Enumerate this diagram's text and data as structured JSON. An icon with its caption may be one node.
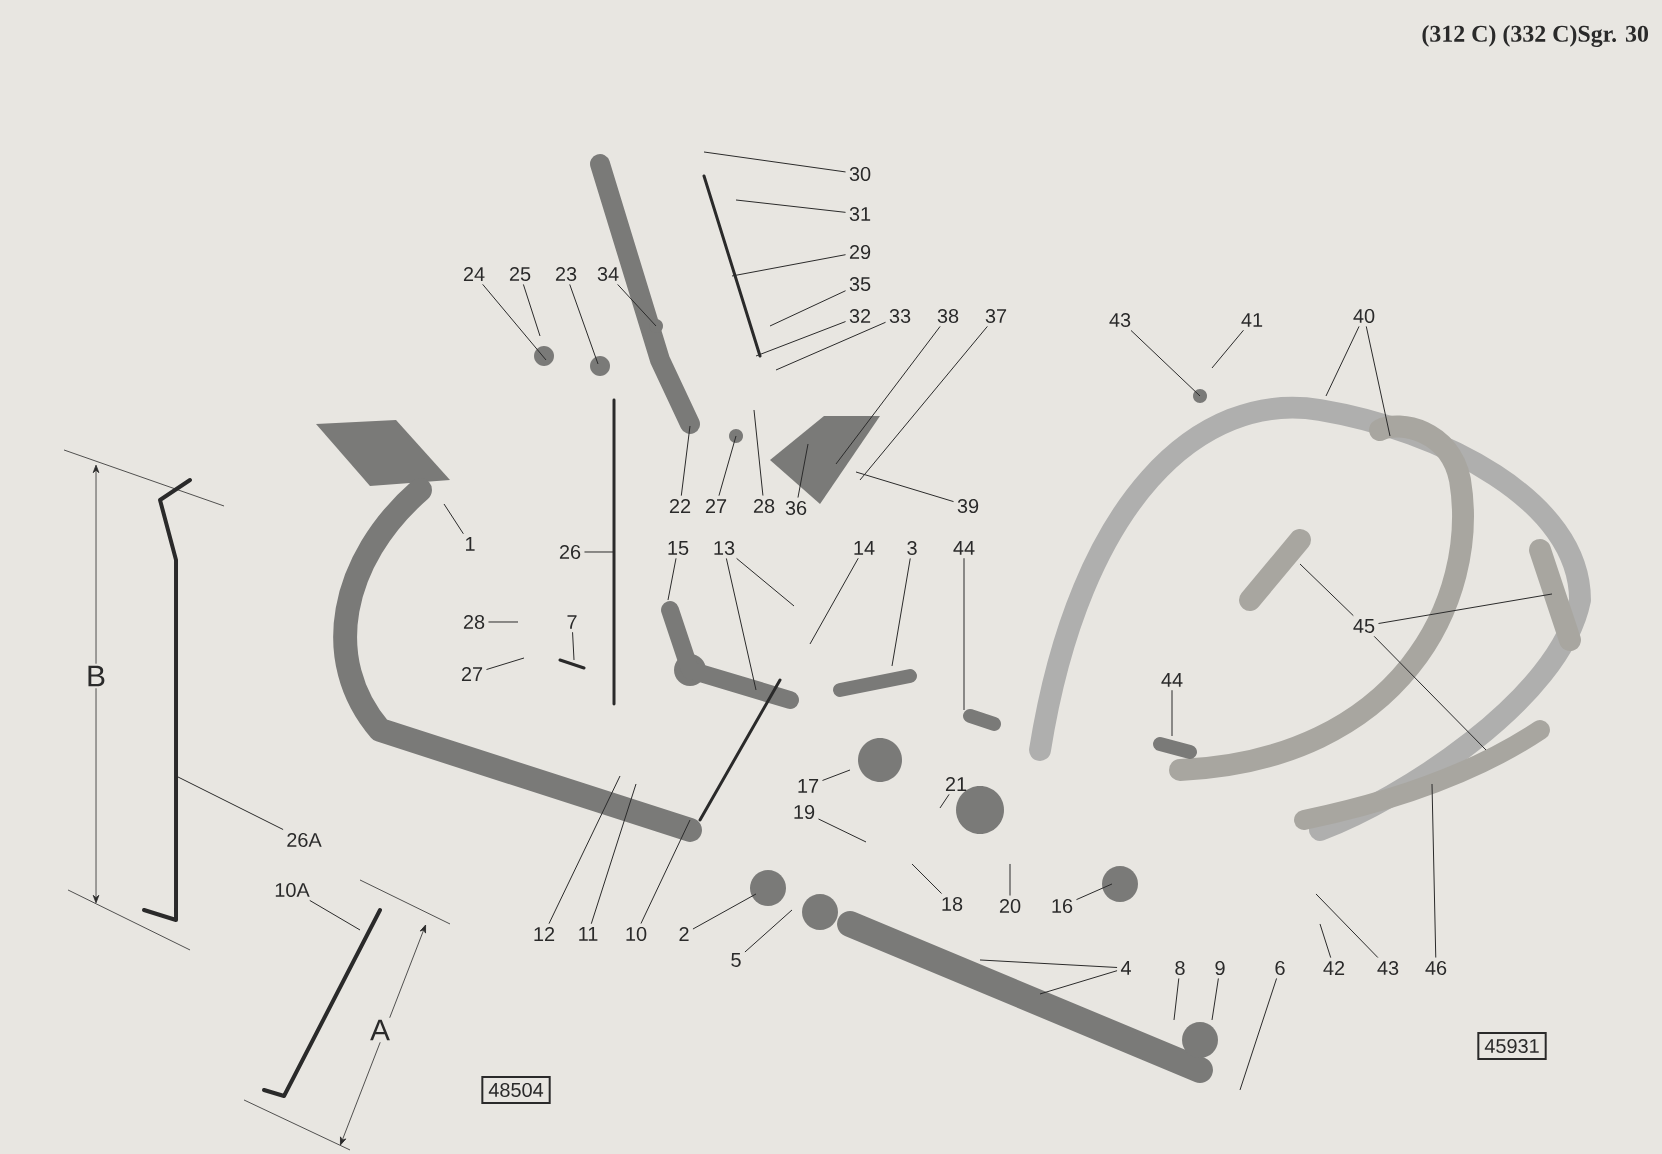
{
  "diagram": {
    "title": "(312 C) (332 C)Sgr. 30",
    "nodes": [
      {
        "text": [
          "30"
        ]
      },
      {
        "text": [
          "31"
        ]
      },
      {
        "text": [
          "29"
        ]
      },
      {
        "text": [
          "24"
        ]
      },
      {
        "text": [
          "25"
        ]
      },
      {
        "text": [
          "23"
        ]
      },
      {
        "text": [
          "34"
        ]
      },
      {
        "text": [
          "35"
        ]
      },
      {
        "text": [
          "32"
        ]
      },
      {
        "text": [
          "33"
        ]
      },
      {
        "text": [
          "38"
        ]
      },
      {
        "text": [
          "37"
        ]
      },
      {
        "text": [
          "43"
        ]
      },
      {
        "text": [
          "41"
        ]
      },
      {
        "text": [
          "40"
        ]
      },
      {
        "text": [
          "22"
        ]
      },
      {
        "text": [
          "27"
        ]
      },
      {
        "text": [
          "28"
        ]
      },
      {
        "text": [
          "36"
        ]
      },
      {
        "text": [
          "39"
        ]
      },
      {
        "text": [
          "1"
        ]
      },
      {
        "text": [
          "26"
        ]
      },
      {
        "text": [
          "15"
        ]
      },
      {
        "text": [
          "13"
        ]
      },
      {
        "text": [
          "14"
        ]
      },
      {
        "text": [
          "3"
        ]
      },
      {
        "text": [
          "44"
        ]
      },
      {
        "text": [
          "28"
        ]
      },
      {
        "text": [
          "7"
        ]
      },
      {
        "text": [
          "45"
        ]
      },
      {
        "text": [
          "27"
        ]
      },
      {
        "text": [
          "44"
        ]
      },
      {
        "text": [
          "17"
        ]
      },
      {
        "text": [
          "21"
        ]
      },
      {
        "text": [
          "19"
        ]
      },
      {
        "text": [
          "26A"
        ]
      },
      {
        "text": [
          "10A"
        ]
      },
      {
        "text": [
          "18"
        ]
      },
      {
        "text": [
          "20"
        ]
      },
      {
        "text": [
          "16"
        ]
      },
      {
        "text": [
          "12"
        ]
      },
      {
        "text": [
          "11"
        ]
      },
      {
        "text": [
          "10"
        ]
      },
      {
        "text": [
          "2"
        ]
      },
      {
        "text": [
          "5"
        ]
      },
      {
        "text": [
          "4"
        ]
      },
      {
        "text": [
          "8"
        ]
      },
      {
        "text": [
          "9"
        ]
      },
      {
        "text": [
          "6"
        ]
      },
      {
        "text": [
          "42"
        ]
      },
      {
        "text": [
          "43"
        ]
      },
      {
        "text": [
          "46"
        ]
      },
      {
        "text": [
          "48504"
        ]
      },
      {
        "text": [
          "45931"
        ]
      }
    ],
    "edges": [
      {
        "from": 0,
        "to": null,
        "arrow": "none"
      },
      {
        "from": 1,
        "to": null,
        "arrow": "none"
      },
      {
        "from": 2,
        "to": null,
        "arrow": "none"
      },
      {
        "from": 3,
        "to": null,
        "arrow": "none"
      },
      {
        "from": 4,
        "to": null,
        "arrow": "none"
      },
      {
        "from": 5,
        "to": null,
        "arrow": "none"
      },
      {
        "from": 6,
        "to": null,
        "arrow": "none"
      },
      {
        "from": 7,
        "to": null,
        "arrow": "none"
      },
      {
        "from": 8,
        "to": null,
        "arrow": "none"
      },
      {
        "from": 9,
        "to": null,
        "arrow": "none"
      },
      {
        "from": 10,
        "to": null,
        "arrow": "none"
      },
      {
        "from": 11,
        "to": null,
        "arrow": "none"
      },
      {
        "from": 12,
        "to": null,
        "arrow": "none"
      },
      {
        "from": 13,
        "to": null,
        "arrow": "none"
      },
      {
        "from": 14,
        "to": null,
        "arrow": "none"
      },
      {
        "from": 14,
        "to": null,
        "arrow": "none"
      },
      {
        "from": 15,
        "to": null,
        "arrow": "none"
      },
      {
        "from": 16,
        "to": null,
        "arrow": "none"
      },
      {
        "from": 17,
        "to": null,
        "arrow": "none"
      },
      {
        "from": 18,
        "to": null,
        "arrow": "none"
      },
      {
        "from": 19,
        "to": null,
        "arrow": "none"
      },
      {
        "from": 20,
        "to": null,
        "arrow": "none"
      },
      {
        "from": 21,
        "to": null,
        "arrow": "none"
      },
      {
        "from": 22,
        "to": null,
        "arrow": "none"
      },
      {
        "from": 23,
        "to": null,
        "arrow": "none"
      },
      {
        "from": 23,
        "to": null,
        "arrow": "none"
      },
      {
        "from": 24,
        "to": null,
        "arrow": "none"
      },
      {
        "from": 25,
        "to": null,
        "arrow": "none"
      },
      {
        "from": 26,
        "to": null,
        "arrow": "none"
      },
      {
        "from": 27,
        "to": null,
        "arrow": "none"
      },
      {
        "from": 28,
        "to": null,
        "arrow": "none"
      },
      {
        "from": 29,
        "to": null,
        "arrow": "none"
      },
      {
        "from": 29,
        "to": null,
        "arrow": "none"
      },
      {
        "from": 29,
        "to": null,
        "arrow": "none"
      },
      {
        "from": 30,
        "to": null,
        "arrow": "none"
      },
      {
        "from": 31,
        "to": null,
        "arrow": "none"
      },
      {
        "from": 32,
        "to": null,
        "arrow": "none"
      },
      {
        "from": 33,
        "to": null,
        "arrow": "none"
      },
      {
        "from": 34,
        "to": null,
        "arrow": "none"
      },
      {
        "from": 35,
        "to": null,
        "arrow": "none"
      },
      {
        "from": 36,
        "to": null,
        "arrow": "none"
      },
      {
        "from": 37,
        "to": null,
        "arrow": "none"
      },
      {
        "from": 38,
        "to": null,
        "arrow": "none"
      },
      {
        "from": 39,
        "to": null,
        "arrow": "none"
      },
      {
        "from": 40,
        "to": null,
        "arrow": "none"
      },
      {
        "from": 41,
        "to": null,
        "arrow": "none"
      },
      {
        "from": 42,
        "to": null,
        "arrow": "none"
      },
      {
        "from": 43,
        "to": null,
        "arrow": "none"
      },
      {
        "from": 44,
        "to": null,
        "arrow": "none"
      },
      {
        "from": 45,
        "to": null,
        "arrow": "none"
      },
      {
        "from": 45,
        "to": null,
        "arrow": "none"
      },
      {
        "from": 46,
        "to": null,
        "arrow": "none"
      },
      {
        "from": 47,
        "to": null,
        "arrow": "none"
      },
      {
        "from": 48,
        "to": null,
        "arrow": "none"
      },
      {
        "from": 49,
        "to": null,
        "arrow": "none"
      },
      {
        "from": 50,
        "to": null,
        "arrow": "none"
      },
      {
        "from": 51,
        "to": null,
        "arrow": "none"
      }
    ],
    "labels": [
      "B",
      "A"
    ]
  }
}
